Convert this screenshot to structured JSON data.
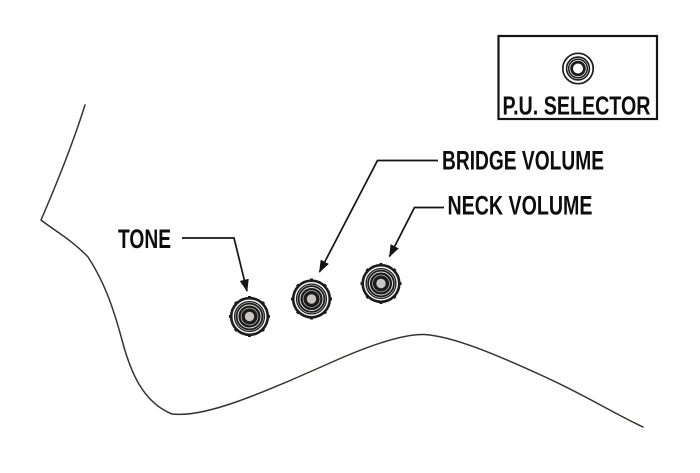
{
  "diagram": {
    "kind": "guitar-control-layout-diagram",
    "labels": {
      "tone": "TONE",
      "bridge_volume": "BRIDGE VOLUME",
      "neck_volume": "NECK VOLUME"
    },
    "legend": {
      "pu_selector": "P.U. SELECTOR"
    },
    "icons": {
      "control_knob": "concentric-circles-knob-top-view",
      "pu_selector_knob": "concentric-circles-selector-switch",
      "leader_arrow": "thin-arrowhead"
    },
    "colors": {
      "background": "#ffffff",
      "outline": "#3a322e",
      "ink": "#0d0d0d",
      "knob_ring": "#1c1c1c",
      "knob_fill_outer": "#f5f5f4",
      "knob_fill_mid": "#d8d7d5",
      "knob_fill_center": "#c7c6c4"
    }
  }
}
